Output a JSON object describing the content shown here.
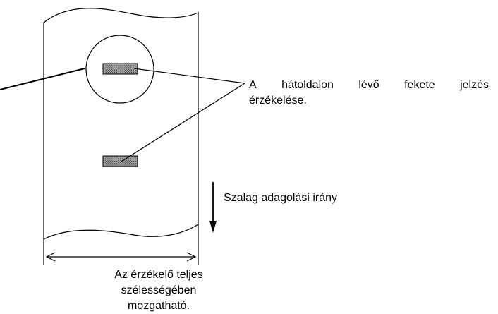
{
  "labels": {
    "black_mark_line1_words": [
      "A",
      "hátoldalon",
      "lévő",
      "fekete",
      "jelzés"
    ],
    "black_mark_line2": "érzékelése.",
    "feed_direction": "Szalag adagolási irány",
    "width_line1": "Az érzékelő teljes szélességében",
    "width_line2": "mozgatható."
  },
  "colors": {
    "stroke": "#000000",
    "mark_fill": "#8a8a8a"
  }
}
